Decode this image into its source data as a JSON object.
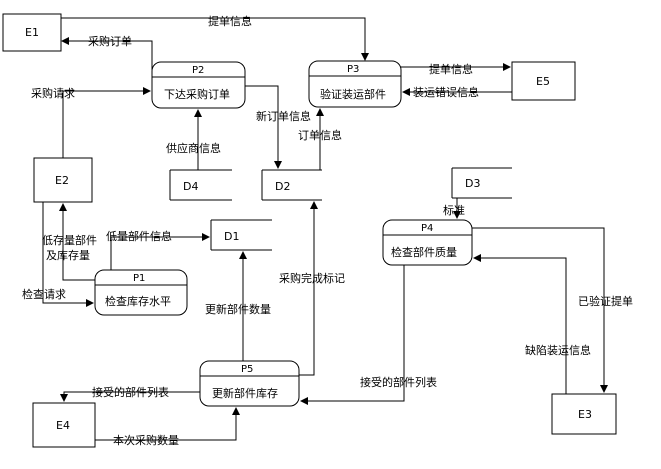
{
  "entities": {
    "e1": "E1",
    "e2": "E2",
    "e3": "E3",
    "e4": "E4",
    "e5": "E5"
  },
  "processes": {
    "p1": {
      "id": "P1",
      "name": "检查库存水平"
    },
    "p2": {
      "id": "P2",
      "name": "下达采购订单"
    },
    "p3": {
      "id": "P3",
      "name": "验证装运部件"
    },
    "p4": {
      "id": "P4",
      "name": "检查部件质量"
    },
    "p5": {
      "id": "P5",
      "name": "更新部件库存"
    }
  },
  "stores": {
    "d1": "D1",
    "d2": "D2",
    "d3": "D3",
    "d4": "D4"
  },
  "flows": {
    "tidan_e1_p3": "提单信息",
    "caigou_dingdan": "采购订单",
    "caigou_qingqiu": "采购请求",
    "tidan_p3_e5": "提单信息",
    "zhuangyun_cuowu": "装运错误信息",
    "xin_dingdan": "新订单信息",
    "dingdan_xinxi": "订单信息",
    "gongyingshang": "供应商信息",
    "biaozhun": "标准",
    "dikucun_1": "低存量部件",
    "dikucun_2": "及库存量",
    "diliang_bujian": "低量部件信息",
    "jiancha_qingqiu": "检查请求",
    "caigou_wancheng": "采购完成标记",
    "gengxin_shuliang": "更新部件数量",
    "yiyanzheng": "已验证提单",
    "quexian": "缺陷装运信息",
    "jieshou_p4": "接受的部件列表",
    "jieshou_e4": "接受的部件列表",
    "benci_caigou": "本次采购数量"
  }
}
